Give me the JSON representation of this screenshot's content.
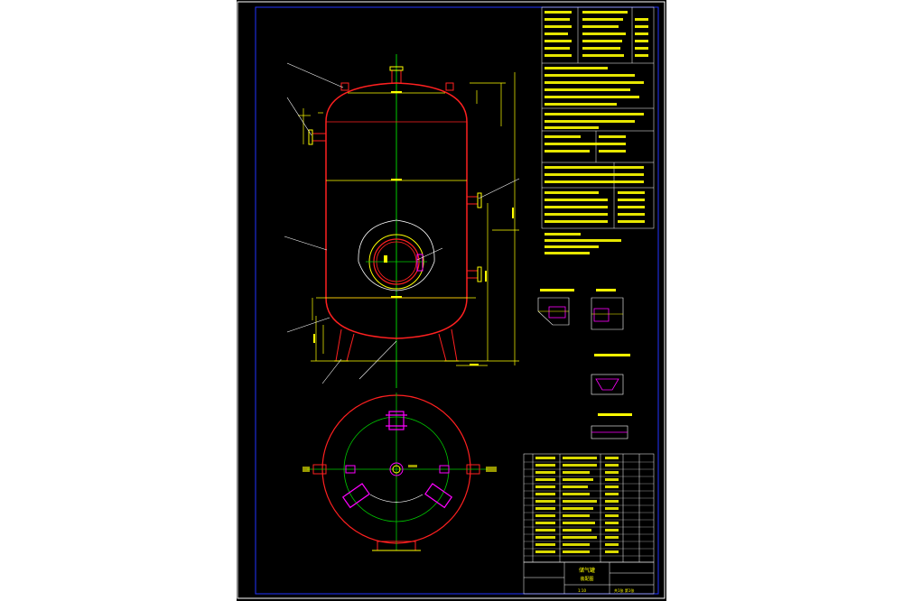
{
  "colors": {
    "background": "#000000",
    "page": "#ffffff",
    "frame": "#ffffff",
    "border": "#2233ff",
    "vessel": "#ff2020",
    "centerline": "#00cc00",
    "dimension": "#ffff00",
    "detail": "#ff00ff",
    "text": "#ffffff"
  },
  "labels": {
    "title_block_name": "储气罐",
    "title_block_sub": "装配图",
    "scale": "1:10",
    "sheet": "共1张 第1张"
  }
}
